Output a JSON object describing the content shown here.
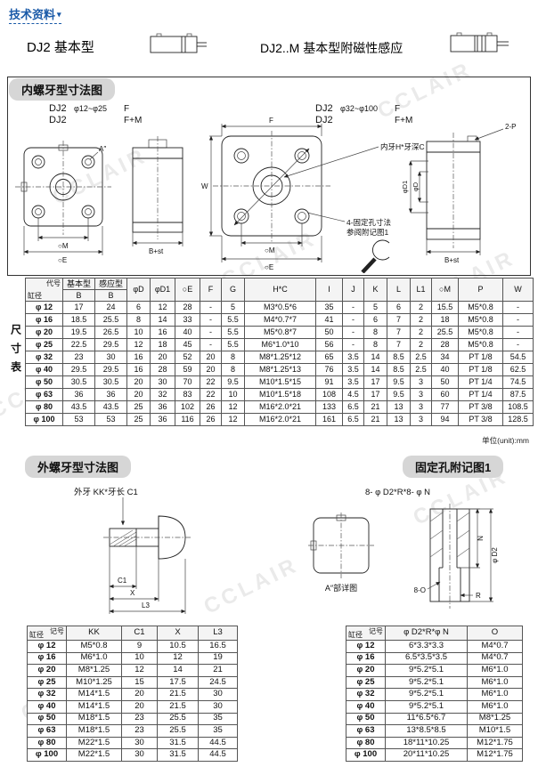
{
  "page": {
    "breadcrumb": "技术资料",
    "breadcrumb_arrow": "▾",
    "unit_note": "单位(unit):mm",
    "watermark": "CCLAIR"
  },
  "products": [
    {
      "title": "DJ2 基本型"
    },
    {
      "title": "DJ2..M 基本型附磁性感应"
    }
  ],
  "sections": {
    "internal": "内螺牙型寸法图",
    "external": "外螺牙型寸法图",
    "mounting": "固定孔附记图1"
  },
  "drawing": {
    "small": {
      "name": "DJ2",
      "range": "φ12~φ25",
      "f": "F",
      "fm": "F+M"
    },
    "large": {
      "name": "DJ2",
      "range": "φ32~φ100",
      "f": "F",
      "fm": "F+M"
    },
    "dims": {
      "m": "○M",
      "e": "○E",
      "bst": "B+st",
      "f": "F",
      "w": "W",
      "a": "A″",
      "port": "2-P",
      "d1": "φD1",
      "d": "φD",
      "c1": "C1",
      "x": "X",
      "l3": "L3",
      "o8": "8-O",
      "r": "R",
      "d2": "φ D2",
      "n": "N"
    },
    "notes": {
      "thread": "内牙H*牙深C",
      "holes1": "4-固定孔寸法",
      "holes2": "参阅附记图1",
      "ext": "外牙 KK*牙长 C1",
      "detail": "A″部详图",
      "holes_label": "8- φ D2*R*8- φ N"
    }
  },
  "size_table": {
    "side_label": "尺寸表",
    "header": {
      "code": "代号",
      "bore": "缸径",
      "basic": "基本型",
      "sensor": "感应型",
      "b": "B",
      "cols": [
        "φD",
        "φD1",
        "○E",
        "F",
        "G",
        "H*C",
        "I",
        "J",
        "K",
        "L",
        "L1",
        "○M",
        "P",
        "W"
      ]
    },
    "rows": [
      {
        "bore": "φ 12",
        "values": [
          "17",
          "24",
          "6",
          "12",
          "28",
          "-",
          "5",
          "M3*0.5*6",
          "35",
          "-",
          "5",
          "6",
          "2",
          "15.5",
          "M5*0.8",
          "-"
        ]
      },
      {
        "bore": "φ 16",
        "values": [
          "18.5",
          "25.5",
          "8",
          "14",
          "33",
          "-",
          "5.5",
          "M4*0.7*7",
          "41",
          "-",
          "6",
          "7",
          "2",
          "18",
          "M5*0.8",
          "-"
        ]
      },
      {
        "bore": "φ 20",
        "values": [
          "19.5",
          "26.5",
          "10",
          "16",
          "40",
          "-",
          "5.5",
          "M5*0.8*7",
          "50",
          "-",
          "8",
          "7",
          "2",
          "25.5",
          "M5*0.8",
          "-"
        ]
      },
      {
        "bore": "φ 25",
        "values": [
          "22.5",
          "29.5",
          "12",
          "18",
          "45",
          "-",
          "5.5",
          "M6*1.0*10",
          "56",
          "-",
          "8",
          "7",
          "2",
          "28",
          "M5*0.8",
          "-"
        ]
      },
      {
        "bore": "φ 32",
        "values": [
          "23",
          "30",
          "16",
          "20",
          "52",
          "20",
          "8",
          "M8*1.25*12",
          "65",
          "3.5",
          "14",
          "8.5",
          "2.5",
          "34",
          "PT 1/8",
          "54.5"
        ]
      },
      {
        "bore": "φ 40",
        "values": [
          "29.5",
          "29.5",
          "16",
          "28",
          "59",
          "20",
          "8",
          "M8*1.25*13",
          "76",
          "3.5",
          "14",
          "8.5",
          "2.5",
          "40",
          "PT 1/8",
          "62.5"
        ]
      },
      {
        "bore": "φ 50",
        "values": [
          "30.5",
          "30.5",
          "20",
          "30",
          "70",
          "22",
          "9.5",
          "M10*1.5*15",
          "91",
          "3.5",
          "17",
          "9.5",
          "3",
          "50",
          "PT 1/4",
          "74.5"
        ]
      },
      {
        "bore": "φ 63",
        "values": [
          "36",
          "36",
          "20",
          "32",
          "83",
          "22",
          "10",
          "M10*1.5*18",
          "108",
          "4.5",
          "17",
          "9.5",
          "3",
          "60",
          "PT 1/4",
          "87.5"
        ]
      },
      {
        "bore": "φ 80",
        "values": [
          "43.5",
          "43.5",
          "25",
          "36",
          "102",
          "26",
          "12",
          "M16*2.0*21",
          "133",
          "6.5",
          "21",
          "13",
          "3",
          "77",
          "PT 3/8",
          "108.5"
        ]
      },
      {
        "bore": "φ 100",
        "values": [
          "53",
          "53",
          "25",
          "36",
          "116",
          "26",
          "12",
          "M16*2.0*21",
          "161",
          "6.5",
          "21",
          "13",
          "3",
          "94",
          "PT 3/8",
          "128.5"
        ]
      }
    ]
  },
  "kk_table": {
    "header": {
      "code": "记号",
      "bore": "缸径",
      "cols": [
        "KK",
        "C1",
        "X",
        "L3"
      ]
    },
    "rows": [
      {
        "bore": "φ 12",
        "values": [
          "M5*0.8",
          "9",
          "10.5",
          "16.5"
        ]
      },
      {
        "bore": "φ 16",
        "values": [
          "M6*1.0",
          "10",
          "12",
          "19"
        ]
      },
      {
        "bore": "φ 20",
        "values": [
          "M8*1.25",
          "12",
          "14",
          "21"
        ]
      },
      {
        "bore": "φ 25",
        "values": [
          "M10*1.25",
          "15",
          "17.5",
          "24.5"
        ]
      },
      {
        "bore": "φ 32",
        "values": [
          "M14*1.5",
          "20",
          "21.5",
          "30"
        ]
      },
      {
        "bore": "φ 40",
        "values": [
          "M14*1.5",
          "20",
          "21.5",
          "30"
        ]
      },
      {
        "bore": "φ 50",
        "values": [
          "M18*1.5",
          "23",
          "25.5",
          "35"
        ]
      },
      {
        "bore": "φ 63",
        "values": [
          "M18*1.5",
          "23",
          "25.5",
          "35"
        ]
      },
      {
        "bore": "φ 80",
        "values": [
          "M22*1.5",
          "30",
          "31.5",
          "44.5"
        ]
      },
      {
        "bore": "φ 100",
        "values": [
          "M22*1.5",
          "30",
          "31.5",
          "44.5"
        ]
      }
    ]
  },
  "hole_table": {
    "header": {
      "code": "记号",
      "bore": "缸径",
      "cols": [
        "φ D2*R*φ N",
        "O"
      ]
    },
    "rows": [
      {
        "bore": "φ 12",
        "values": [
          "6*3.3*3.3",
          "M4*0.7"
        ]
      },
      {
        "bore": "φ 16",
        "values": [
          "6.5*3.5*3.5",
          "M4*0.7"
        ]
      },
      {
        "bore": "φ 20",
        "values": [
          "9*5.2*5.1",
          "M6*1.0"
        ]
      },
      {
        "bore": "φ 25",
        "values": [
          "9*5.2*5.1",
          "M6*1.0"
        ]
      },
      {
        "bore": "φ 32",
        "values": [
          "9*5.2*5.1",
          "M6*1.0"
        ]
      },
      {
        "bore": "φ 40",
        "values": [
          "9*5.2*5.1",
          "M6*1.0"
        ]
      },
      {
        "bore": "φ 50",
        "values": [
          "11*6.5*6.7",
          "M8*1.25"
        ]
      },
      {
        "bore": "φ 63",
        "values": [
          "13*8.5*8.5",
          "M10*1.5"
        ]
      },
      {
        "bore": "φ 80",
        "values": [
          "18*11*10.25",
          "M12*1.75"
        ]
      },
      {
        "bore": "φ 100",
        "values": [
          "20*11*10.25",
          "M12*1.75"
        ]
      }
    ]
  }
}
